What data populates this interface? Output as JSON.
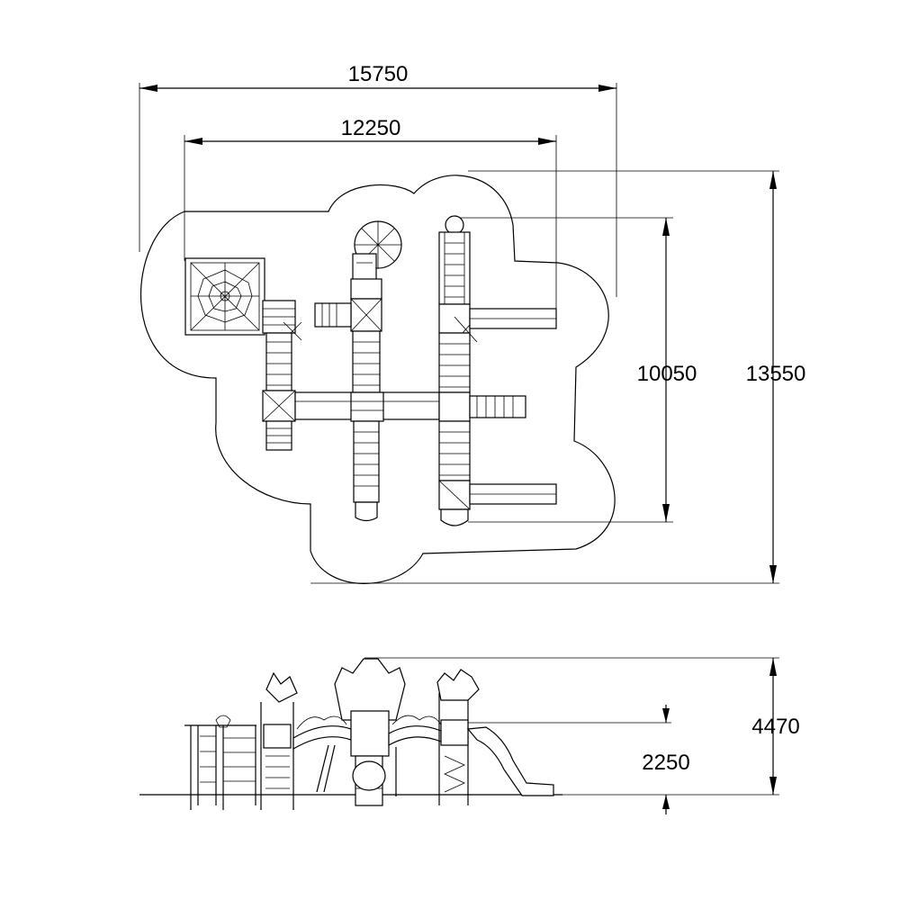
{
  "drawing": {
    "plan_view": {
      "dimensions": {
        "overall_width": "15750",
        "equipment_width": "12250",
        "overall_depth": "13550",
        "equipment_depth": "10050"
      }
    },
    "elevation_view": {
      "dimensions": {
        "overall_height": "4470",
        "platform_height": "2250"
      }
    }
  }
}
